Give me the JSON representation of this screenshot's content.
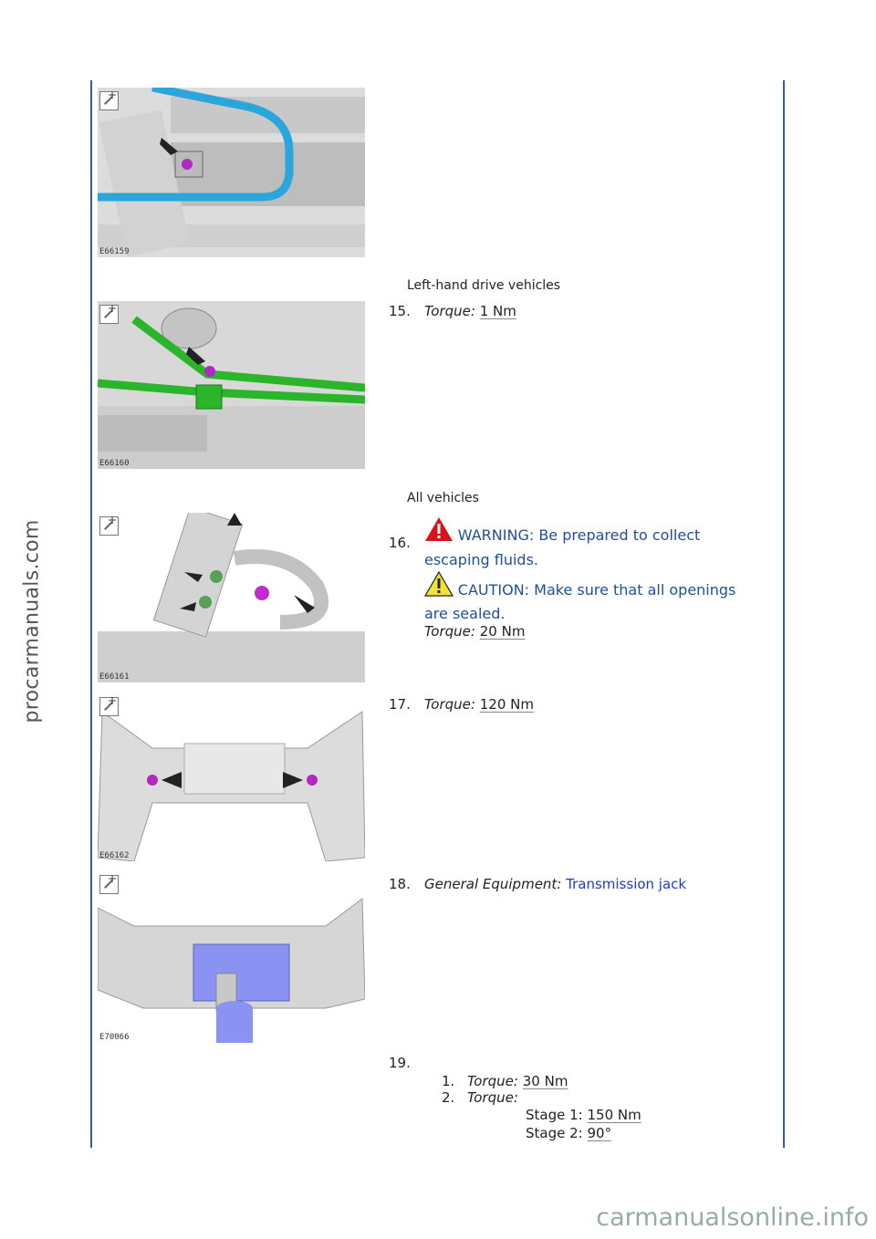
{
  "watermarks": {
    "side": "procarmanuals.com",
    "bottom": "carmanualsonline.info"
  },
  "figures": [
    {
      "code": "E66159"
    },
    {
      "code": "E66160"
    },
    {
      "code": "E66161"
    },
    {
      "code": "E66162"
    },
    {
      "code": "E70066"
    }
  ],
  "notes": {
    "lhd": "Left-hand drive vehicles",
    "all": "All vehicles"
  },
  "steps": {
    "s15": {
      "num": "15.",
      "torque_label": "Torque:",
      "torque_value": "1 Nm"
    },
    "s16": {
      "num": "16.",
      "warning_line1": "WARNING: Be prepared to collect",
      "warning_line2": "escaping fluids.",
      "caution_line1": "CAUTION: Make sure that all openings",
      "caution_line2": "are sealed.",
      "torque_label": "Torque:",
      "torque_value": "20 Nm"
    },
    "s17": {
      "num": "17.",
      "torque_label": "Torque:",
      "torque_value": "120 Nm"
    },
    "s18": {
      "num": "18.",
      "equip_label": "General Equipment:",
      "equip_value": "Transmission jack"
    },
    "s19": {
      "num": "19.",
      "sub1": {
        "num": "1.",
        "label": "Torque:",
        "value": "30 Nm"
      },
      "sub2": {
        "num": "2.",
        "label": "Torque:",
        "stage1_label": "Stage 1:",
        "stage1_value": "150 Nm",
        "stage2_label": "Stage 2:",
        "stage2_value": "90°"
      }
    }
  }
}
